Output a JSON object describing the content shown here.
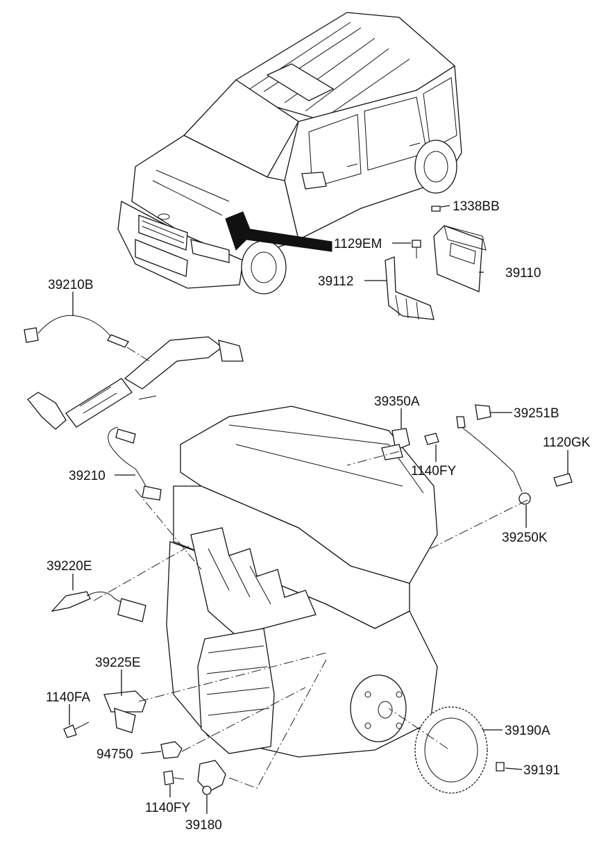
{
  "labels": {
    "p1338BB": "1338BB",
    "p1129EM": "1129EM",
    "p39110": "39110",
    "p39112": "39112",
    "p39210B": "39210B",
    "p39350A": "39350A",
    "p39251B": "39251B",
    "p1120GK": "1120GK",
    "p1140FY_top": "1140FY",
    "p39210": "39210",
    "p39250K": "39250K",
    "p39220E": "39220E",
    "p39225E": "39225E",
    "p1140FA": "1140FA",
    "p39190A": "39190A",
    "p94750": "94750",
    "p39191": "39191",
    "p1140FY_bottom": "1140FY",
    "p39180": "39180"
  }
}
